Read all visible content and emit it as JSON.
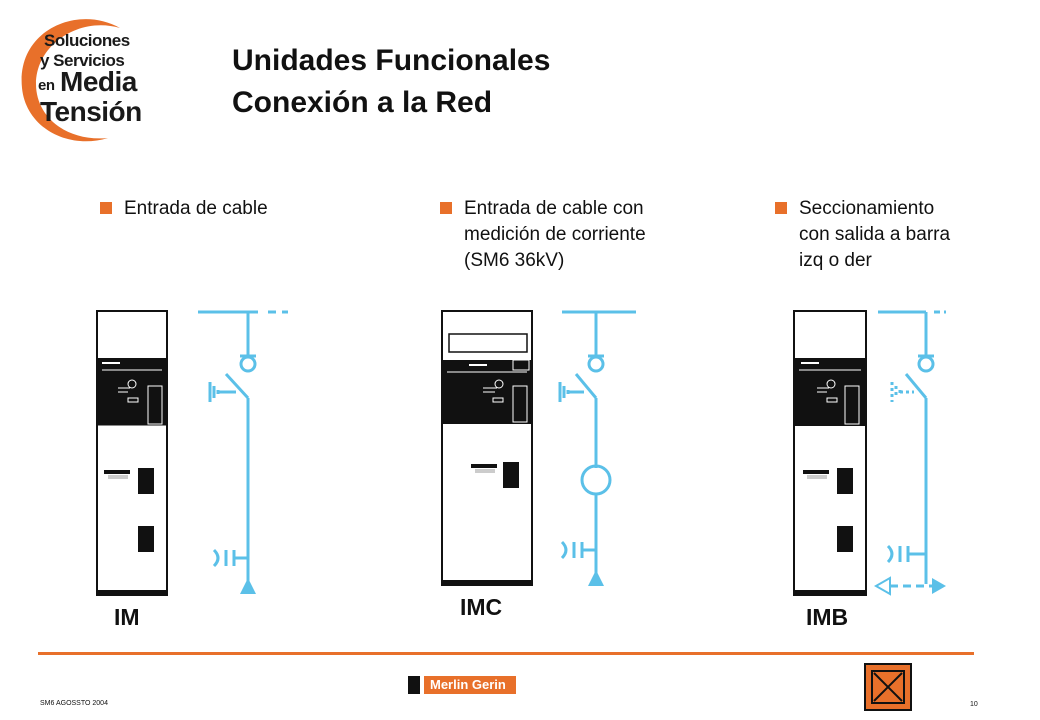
{
  "logo": {
    "line1": "Soluciones",
    "line2": "y Servicios",
    "line3a": "en",
    "line3b": "Media",
    "line4": "Tensión"
  },
  "title": {
    "line1": "Unidades Funcionales",
    "line2": "Conexión a la Red"
  },
  "units": [
    {
      "bullet": [
        "Entrada de cable"
      ],
      "label": "IM"
    },
    {
      "bullet": [
        "Entrada de cable con",
        "medición de corriente",
        "(SM6 36kV)"
      ],
      "label": "IMC"
    },
    {
      "bullet": [
        "Seccionamiento",
        "con salida a barra",
        "izq o der"
      ],
      "label": "IMB"
    }
  ],
  "footer": {
    "date": "SM6 AGOSSTO 2004",
    "page": "10",
    "brand": "Merlin Gerin"
  },
  "colors": {
    "accent": "#e8702a",
    "diagram_line": "#5bc0e8",
    "text": "#111111"
  }
}
